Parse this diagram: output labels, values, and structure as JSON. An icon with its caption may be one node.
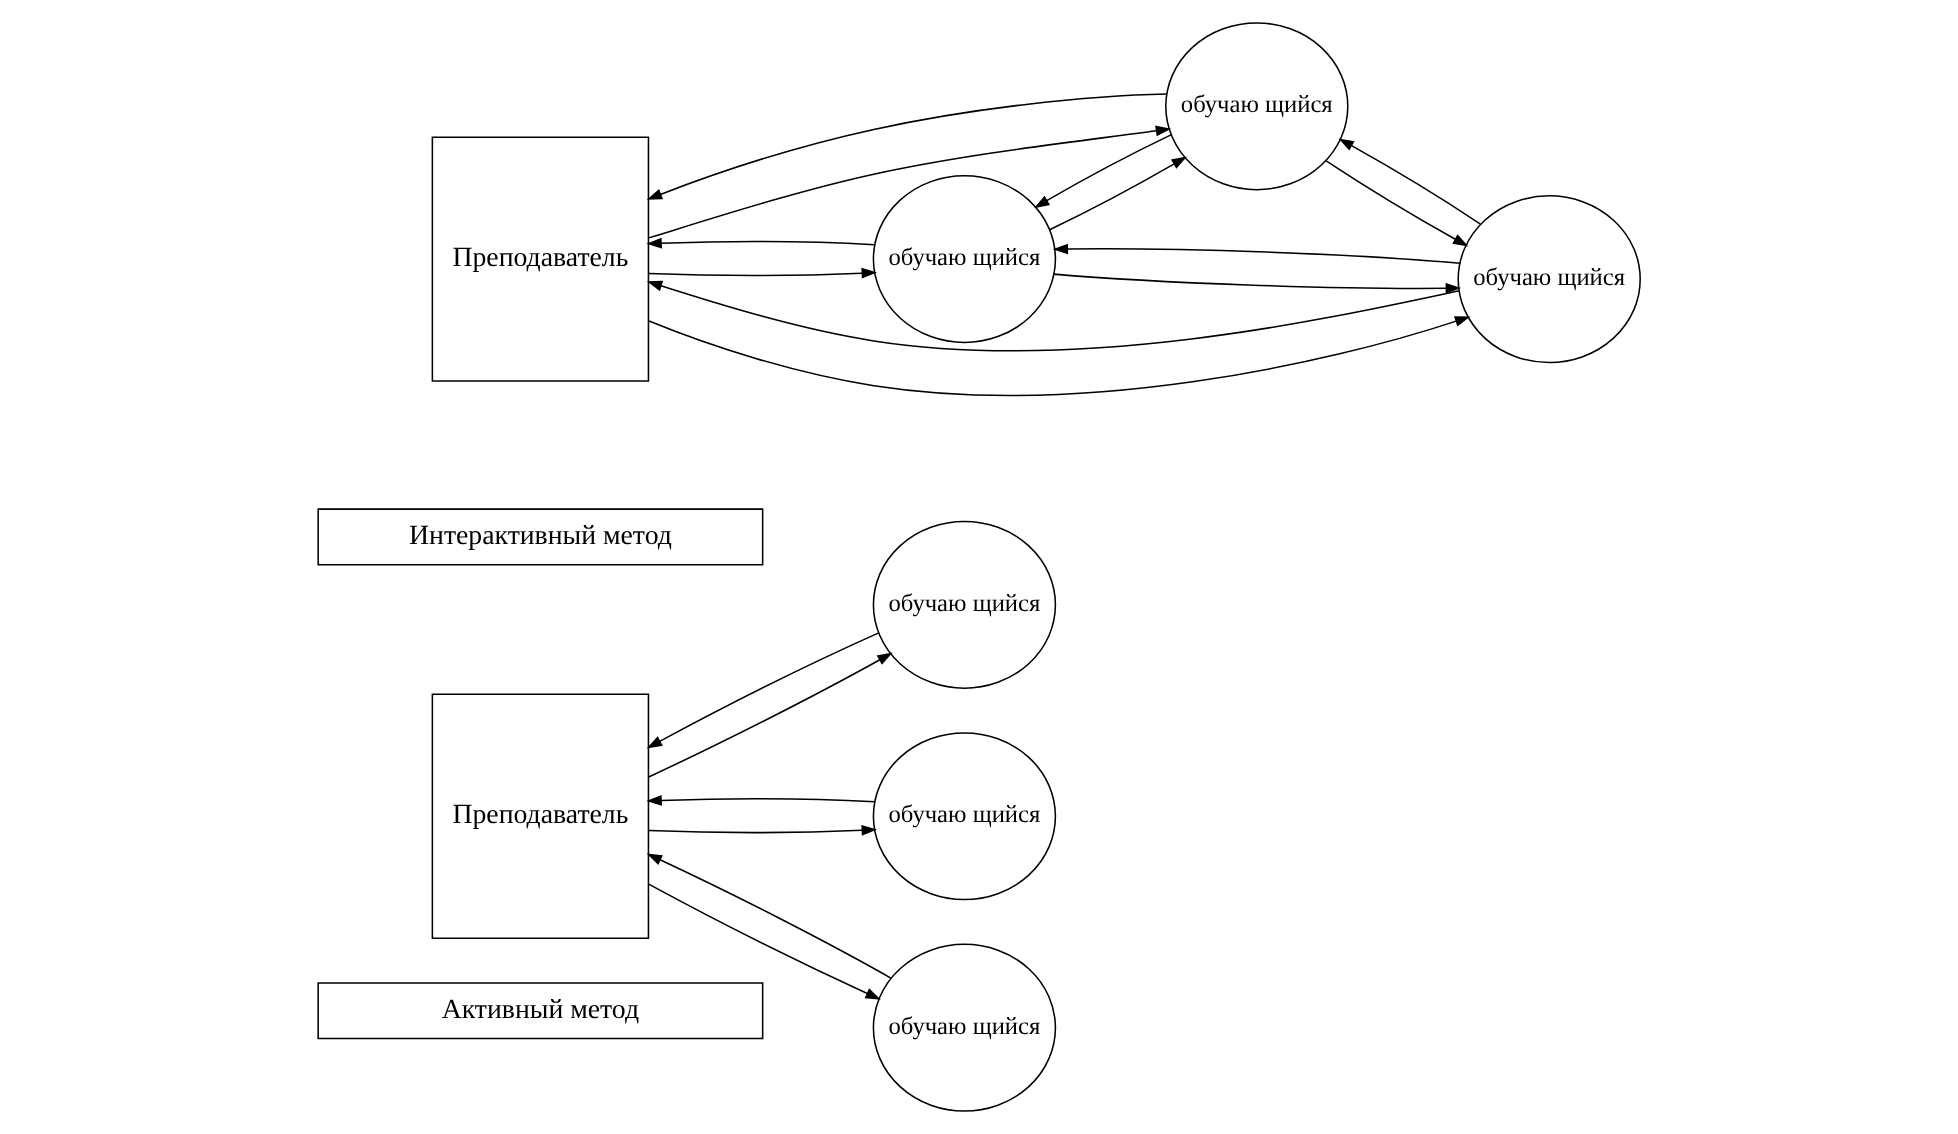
{
  "diagram": {
    "nodes": [
      {
        "text": [
          "Преподаватель"
        ]
      },
      {
        "text": [
          "обучаю щийся"
        ]
      },
      {
        "text": [
          "обучаю щийся"
        ]
      },
      {
        "text": [
          "обучаю щийся"
        ]
      },
      {
        "text": [
          "Активный метод"
        ]
      },
      {
        "text": [
          "Преподаватель"
        ]
      },
      {
        "text": [
          "обучаю щийся"
        ]
      },
      {
        "text": [
          "обучаю щийся"
        ]
      },
      {
        "text": [
          "обучаю щийся"
        ]
      },
      {
        "text": [
          "Интерактивный метод"
        ]
      }
    ],
    "edges": [
      {
        "from": 0,
        "to": 1,
        "arrow": "to"
      },
      {
        "from": 1,
        "to": 0,
        "arrow": "to"
      },
      {
        "from": 0,
        "to": 2,
        "arrow": "to"
      },
      {
        "from": 2,
        "to": 0,
        "arrow": "to"
      },
      {
        "from": 0,
        "to": 3,
        "arrow": "to"
      },
      {
        "from": 3,
        "to": 0,
        "arrow": "to"
      },
      {
        "from": 5,
        "to": 6,
        "arrow": "to"
      },
      {
        "from": 6,
        "to": 5,
        "arrow": "to"
      },
      {
        "from": 5,
        "to": 7,
        "arrow": "to"
      },
      {
        "from": 7,
        "to": 5,
        "arrow": "to"
      },
      {
        "from": 5,
        "to": 8,
        "arrow": "to"
      },
      {
        "from": 8,
        "to": 5,
        "arrow": "to"
      },
      {
        "from": 6,
        "to": 7,
        "arrow": "to"
      },
      {
        "from": 7,
        "to": 6,
        "arrow": "to"
      },
      {
        "from": 7,
        "to": 8,
        "arrow": "to"
      },
      {
        "from": 8,
        "to": 7,
        "arrow": "to"
      },
      {
        "from": 8,
        "to": 6,
        "arrow": "to"
      },
      {
        "from": 6,
        "to": 8,
        "arrow": "to"
      }
    ]
  }
}
